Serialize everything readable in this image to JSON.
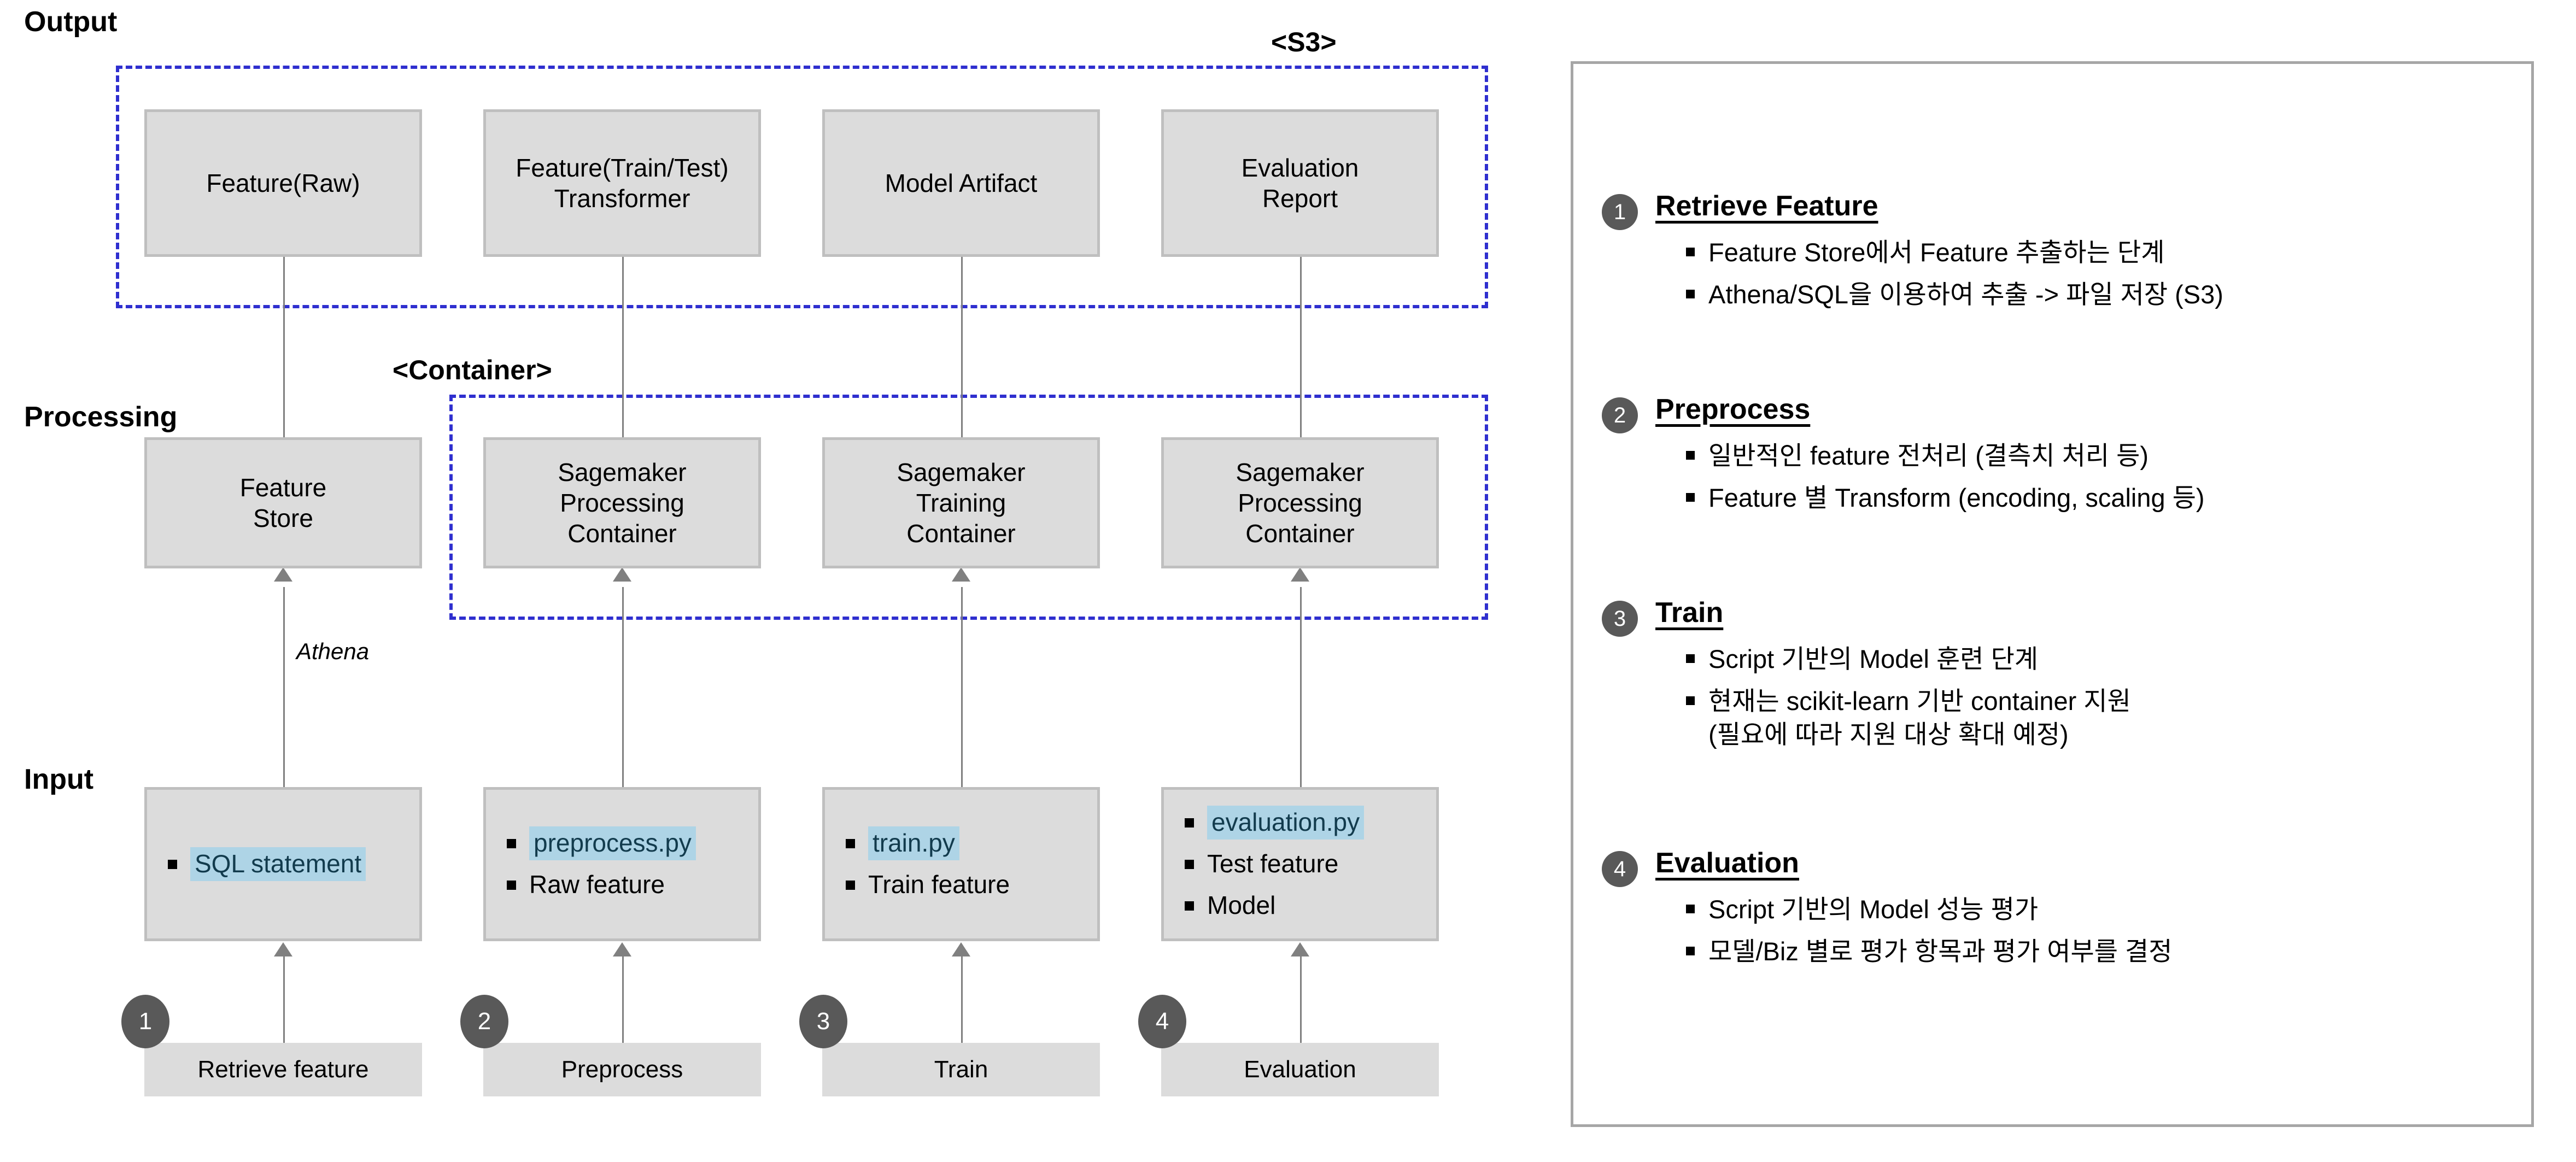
{
  "rows": {
    "output_label": "Output",
    "processing_label": "Processing",
    "input_label": "Input"
  },
  "groups": {
    "s3": {
      "title": "<S3>"
    },
    "container": {
      "title": "<Container>"
    }
  },
  "output_nodes": [
    {
      "name": "feature-raw",
      "lines": [
        "Feature(Raw)"
      ]
    },
    {
      "name": "feature-train-test-transformer",
      "lines": [
        "Feature(Train/Test)",
        "Transformer"
      ]
    },
    {
      "name": "model-artifact",
      "lines": [
        "Model Artifact"
      ]
    },
    {
      "name": "evaluation-report",
      "lines": [
        "Evaluation",
        "Report"
      ]
    }
  ],
  "processing_nodes": [
    {
      "name": "feature-store",
      "lines": [
        "Feature",
        "Store"
      ]
    },
    {
      "name": "sagemaker-processing-container-1",
      "lines": [
        "Sagemaker",
        "Processing",
        "Container"
      ]
    },
    {
      "name": "sagemaker-training-container",
      "lines": [
        "Sagemaker",
        "Training",
        "Container"
      ]
    },
    {
      "name": "sagemaker-processing-container-2",
      "lines": [
        "Sagemaker",
        "Processing",
        "Container"
      ]
    }
  ],
  "input_nodes": [
    {
      "name": "input-retrieve-feature",
      "items": [
        {
          "text": "SQL statement",
          "highlight": true
        }
      ]
    },
    {
      "name": "input-preprocess",
      "items": [
        {
          "text": "preprocess.py",
          "highlight": true
        },
        {
          "text": "Raw feature",
          "highlight": false
        }
      ]
    },
    {
      "name": "input-train",
      "items": [
        {
          "text": "train.py",
          "highlight": true
        },
        {
          "text": "Train feature",
          "highlight": false
        }
      ]
    },
    {
      "name": "input-evaluation",
      "items": [
        {
          "text": "evaluation.py",
          "highlight": true
        },
        {
          "text": "Test feature",
          "highlight": false
        },
        {
          "text": "Model",
          "highlight": false
        }
      ]
    }
  ],
  "steps": [
    {
      "number": "1",
      "label": "Retrieve feature"
    },
    {
      "number": "2",
      "label": "Preprocess"
    },
    {
      "number": "3",
      "label": "Train"
    },
    {
      "number": "4",
      "label": "Evaluation"
    }
  ],
  "connector_labels": {
    "athena": "Athena"
  },
  "panel_sections": [
    {
      "number": "1",
      "title": "Retrieve Feature",
      "bullets": [
        "Feature Store에서 Feature 추출하는 단계",
        "Athena/SQL을 이용하여 추출 -> 파일 저장 (S3)"
      ]
    },
    {
      "number": "2",
      "title": "Preprocess",
      "bullets": [
        "일반적인 feature 전처리 (결측치 처리 등)",
        "Feature 별 Transform (encoding, scaling 등)"
      ]
    },
    {
      "number": "3",
      "title": "Train",
      "bullets": [
        "Script 기반의 Model 훈련 단계",
        "현재는 scikit-learn 기반 container 지원\n(필요에 따라 지원 대상 확대 예정)"
      ]
    },
    {
      "number": "4",
      "title": "Evaluation",
      "bullets": [
        "Script 기반의 Model 성능 평가",
        "모델/Biz 별로 평가 항목과 평가 여부를 결정"
      ]
    }
  ],
  "colors": {
    "node_fill": "#dcdcdc",
    "node_border": "#bfbfbf",
    "dashed_group": "#2f2fcf",
    "highlight_bg": "#aed4e6",
    "highlight_text": "#123b4d",
    "circle_fill": "#595959",
    "connector": "#808080",
    "panel_border": "#a6a6a6"
  }
}
